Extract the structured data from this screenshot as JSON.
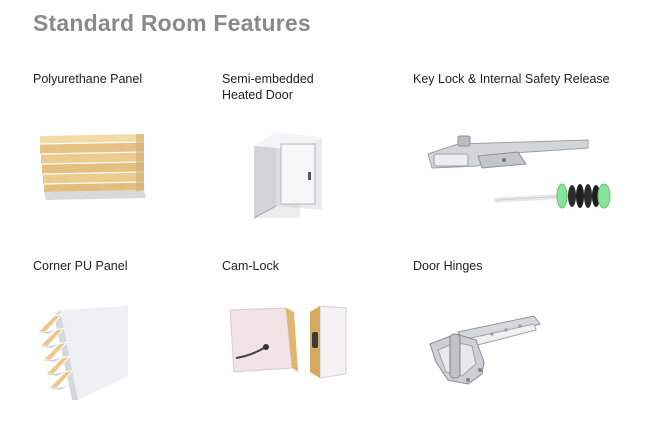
{
  "page": {
    "title": "Standard Room Features"
  },
  "features": [
    {
      "name": "Polyurethane Panel",
      "icon": "pu-panel-stack-icon"
    },
    {
      "name_line1": "Semi-embedded",
      "name_line2": "Heated Door",
      "icon": "cold-room-door-icon"
    },
    {
      "name": "Key Lock & Internal Safety Release",
      "icon": "key-lock-safety-release-icon"
    },
    {
      "name": "Corner PU Panel",
      "icon": "corner-panel-icon"
    },
    {
      "name": "Cam-Lock",
      "icon": "cam-lock-panel-icon"
    },
    {
      "name": "Door Hinges",
      "icon": "door-hinge-icon"
    }
  ],
  "colors": {
    "title": "#8a8a8a",
    "foam": "#ebc98c",
    "metal": "#c9ccd0",
    "safety_release": "#86e39a"
  }
}
